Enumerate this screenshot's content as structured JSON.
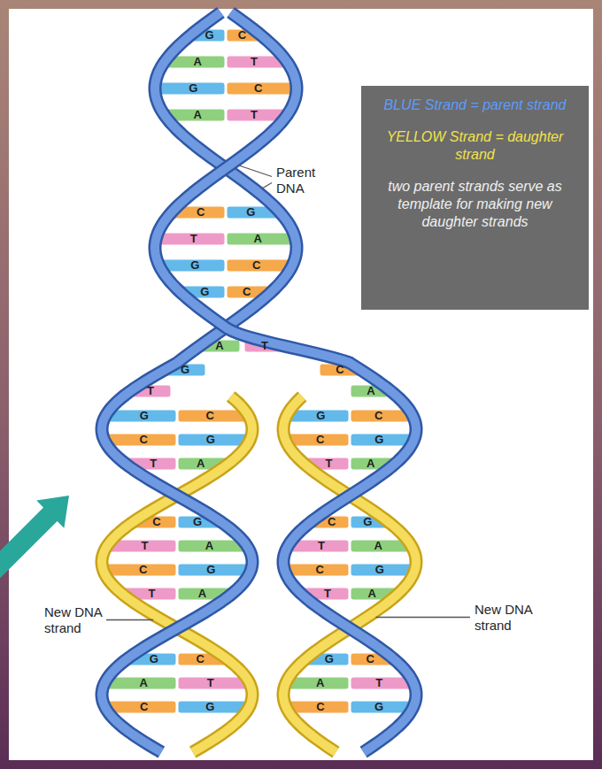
{
  "diagram": {
    "nodes": [
      {
        "text": [
          "BLUE Strand = parent strand",
          "YELLOW Strand = daughter strand",
          "two parent strands serve as template for making new daughter strands"
        ]
      }
    ],
    "labels": [
      "Parent DNA",
      "G",
      "C",
      "A",
      "T",
      "G",
      "C",
      "A",
      "T",
      "C",
      "G",
      "T",
      "A",
      "G",
      "C",
      "G",
      "C",
      "A",
      "T",
      "G",
      "C",
      "T",
      "A",
      "G",
      "C",
      "G",
      "C",
      "C",
      "G",
      "C",
      "G",
      "T",
      "A",
      "T",
      "A",
      "C",
      "G",
      "C",
      "G",
      "T",
      "A",
      "T",
      "A",
      "C",
      "G",
      "C",
      "G",
      "T",
      "A",
      "T",
      "A",
      "G",
      "C",
      "G",
      "C",
      "A",
      "T",
      "A",
      "T",
      "C",
      "G",
      "C",
      "G",
      "New DNA strand",
      "New DNA strand"
    ]
  }
}
